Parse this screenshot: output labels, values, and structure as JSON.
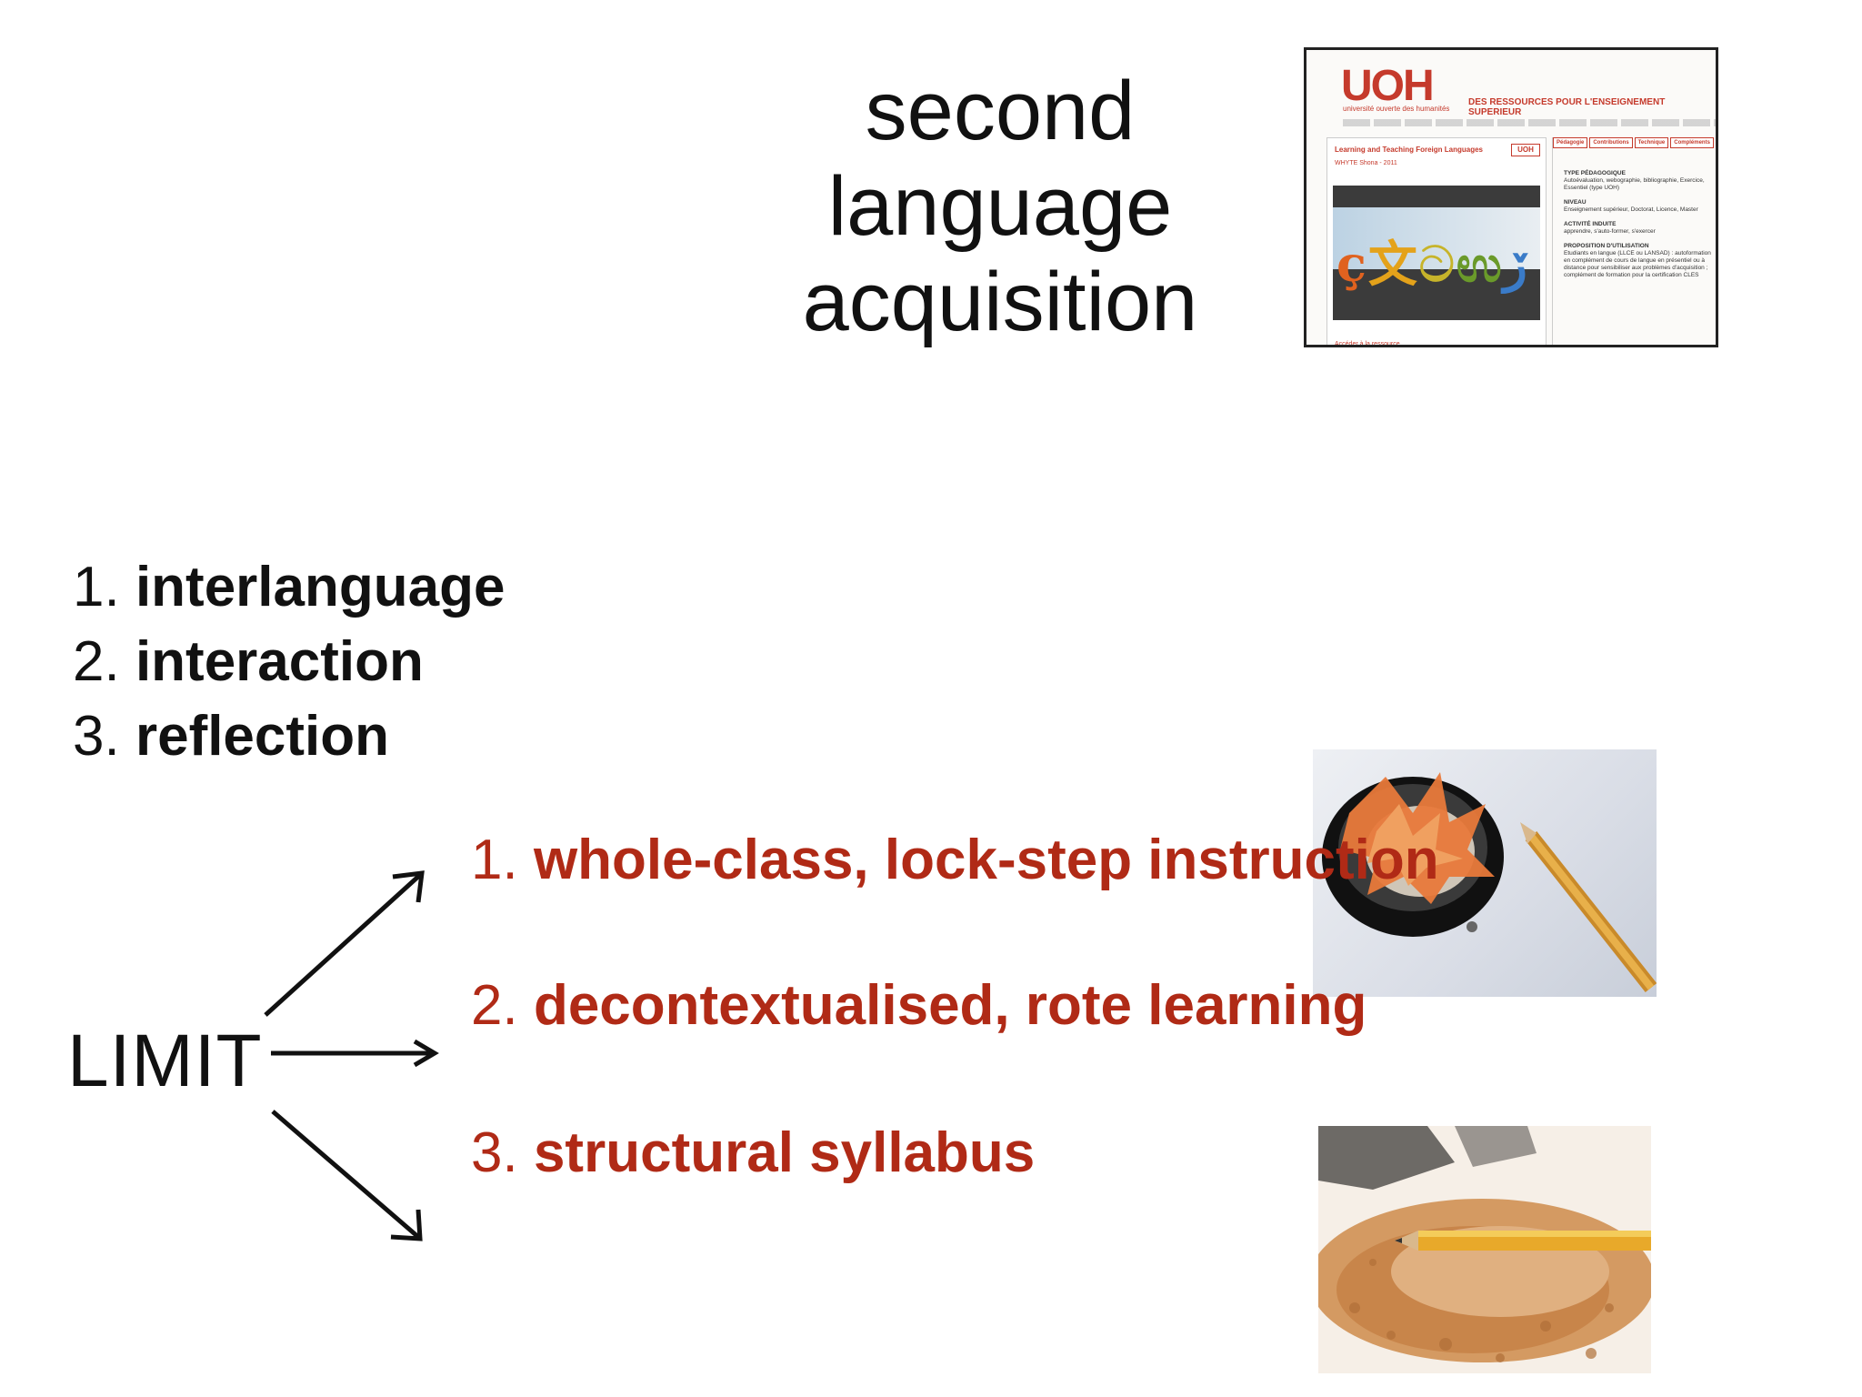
{
  "slide": {
    "title_lines": [
      "second",
      "language",
      "acquisition"
    ],
    "principles": [
      {
        "num": "1.",
        "text": "interlanguage"
      },
      {
        "num": "2.",
        "text": "interaction"
      },
      {
        "num": "3.",
        "text": "reflection"
      }
    ],
    "limit_label": "LIMIT",
    "limits": [
      {
        "num": "1.",
        "text": "whole-class, lock-step instruction"
      },
      {
        "num": "2.",
        "text": "decontextualised, rote learning"
      },
      {
        "num": "3.",
        "text": "structural syllabus"
      }
    ],
    "accent_color": "#b02a16"
  },
  "uoh_screenshot": {
    "logo": "UOH",
    "logo_sub": "université ouverte des humanités",
    "banner": "DES RESSOURCES POUR L'ENSEIGNEMENT SUPERIEUR",
    "card_title": "Learning and Teaching Foreign Languages",
    "card_sub": "WHYTE Shona - 2011",
    "card_badge": "UOH",
    "glyphs": [
      "ç",
      "文",
      "ට",
      "ಉ",
      "ڒ"
    ],
    "access_link": "Accéder à la ressource",
    "tabs": [
      "Pédagogie",
      "Contributions",
      "Technique",
      "Compléments"
    ],
    "info": [
      {
        "heading": "TYPE PÉDAGOGIQUE",
        "text": "Autoévaluation, webographie, bibliographie, Exercice, Essentiel (type UOH)"
      },
      {
        "heading": "NIVEAU",
        "text": "Enseignement supérieur, Doctorat, Licence, Master"
      },
      {
        "heading": "ACTIVITÉ INDUITE",
        "text": "apprendre, s'auto-former, s'exercer"
      },
      {
        "heading": "PROPOSITION D'UTILISATION",
        "text": "Etudiants en langue (LLCE ou LANSAD) : autoformation en complément de cours de langue en présentiel ou à distance pour sensibiliser aux problèmes d'acquisition ; complément de formation pour la certification CLES"
      }
    ]
  }
}
